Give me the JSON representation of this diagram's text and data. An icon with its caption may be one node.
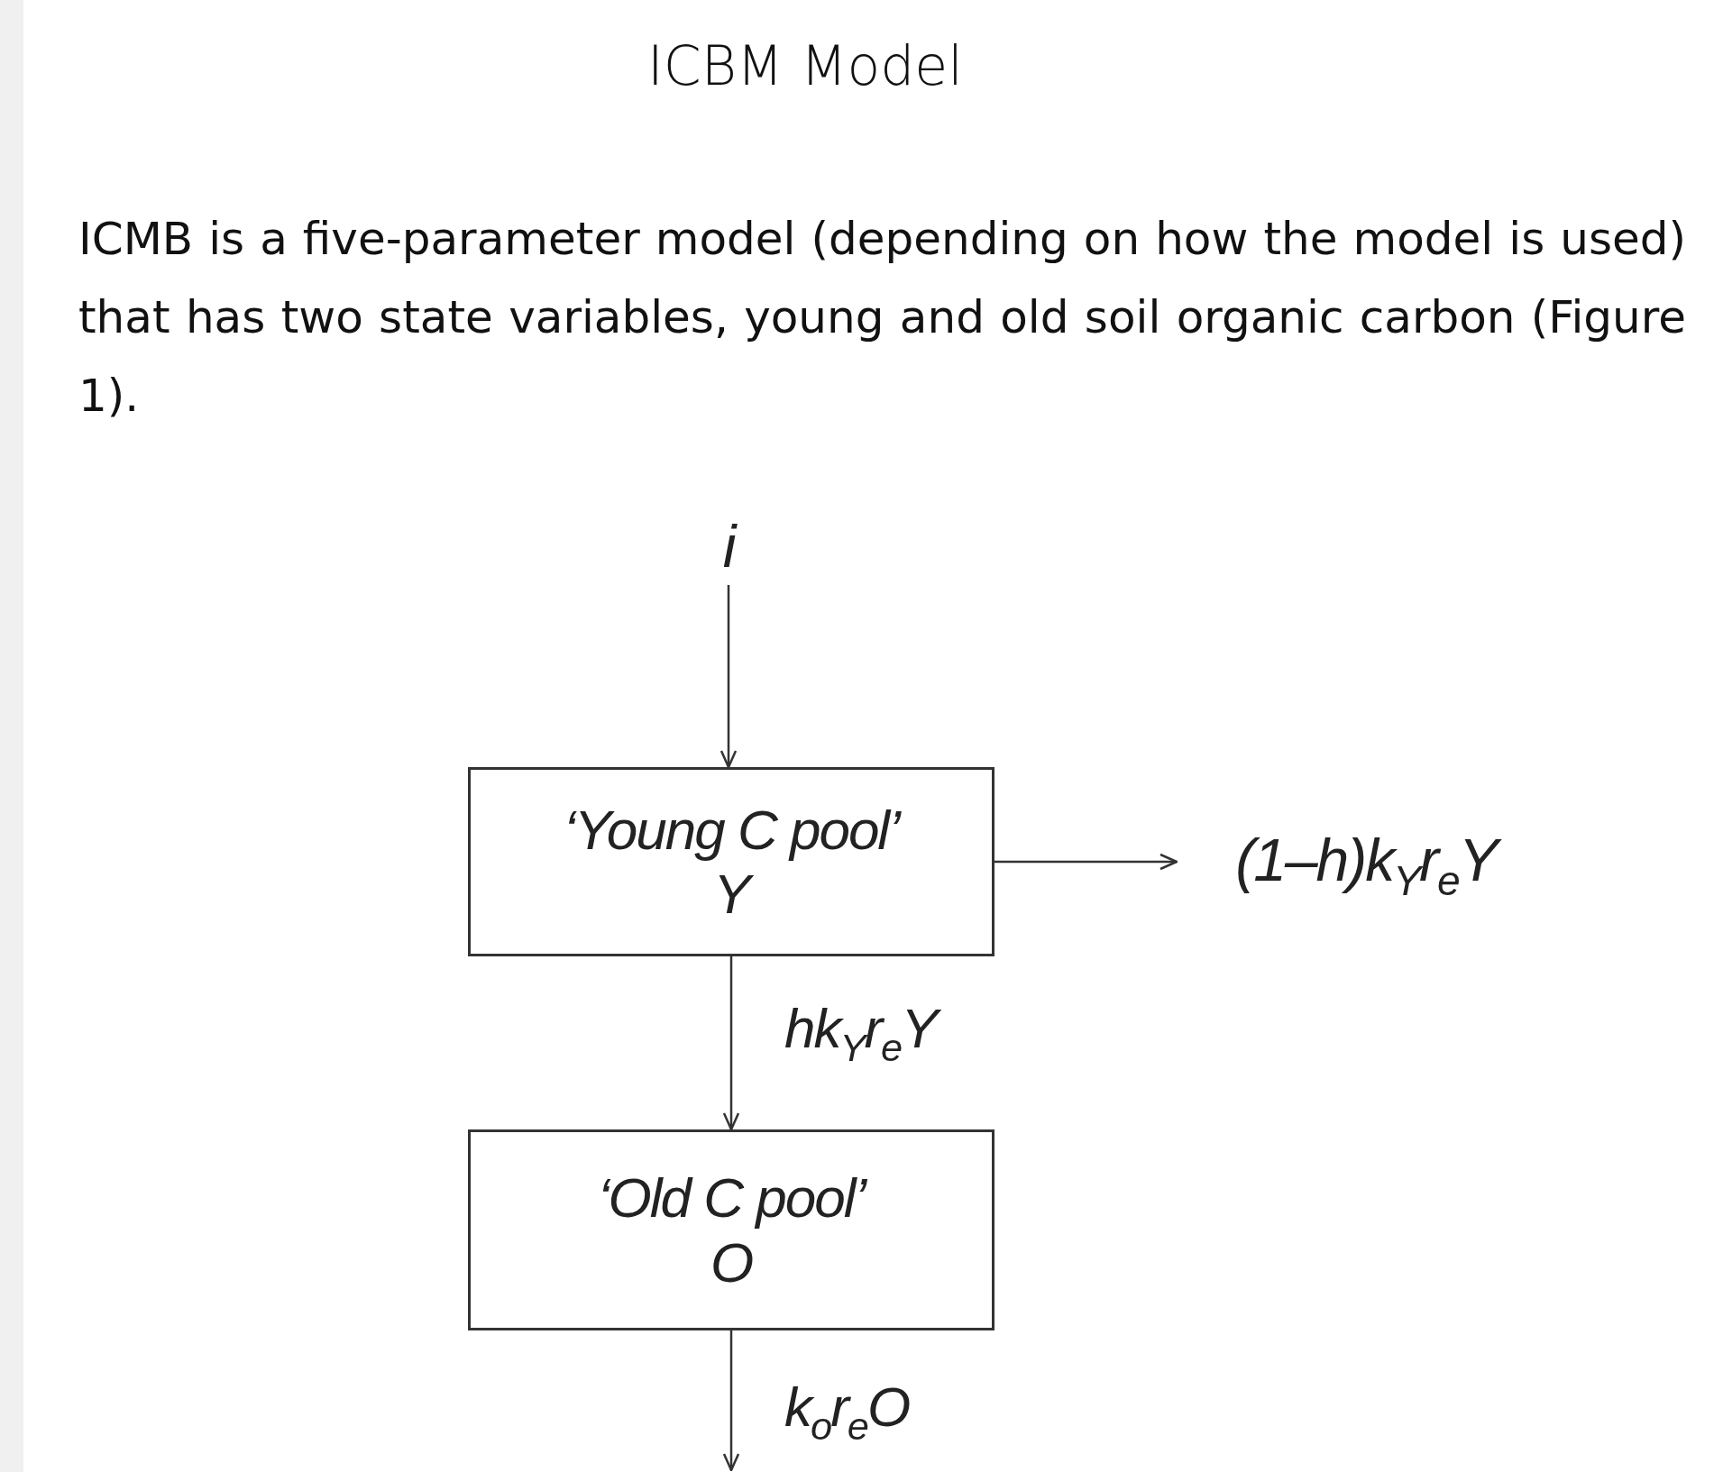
{
  "diagram": {
    "title": "ICBM Model",
    "nodes": [
      {
        "text": [
          "i"
        ]
      },
      {
        "text": [
          "‘Young C pool’",
          "Y"
        ]
      },
      {
        "text": [
          "(1–h)k$_{Y}$r$_{e}$Y"
        ]
      },
      {
        "text": [
          "‘Old C pool’",
          "O"
        ]
      }
    ],
    "edges": [
      {
        "from": 0,
        "to": 1,
        "arrow": "to"
      },
      {
        "from": 1,
        "to": 2,
        "arrow": "to"
      },
      {
        "from": 1,
        "to": 3,
        "arrow": "to",
        "label": "hk$_{Y}$r$_{e}$Y"
      },
      {
        "from": 3,
        "to": null,
        "arrow": "to",
        "label": "k$_{o}$r$_{e}$O"
      }
    ],
    "labels": [
      "ICMB is a five-parameter model (depending on how the model is used) that has two state variables, young and old soil organic carbon (Figure 1)."
    ]
  }
}
